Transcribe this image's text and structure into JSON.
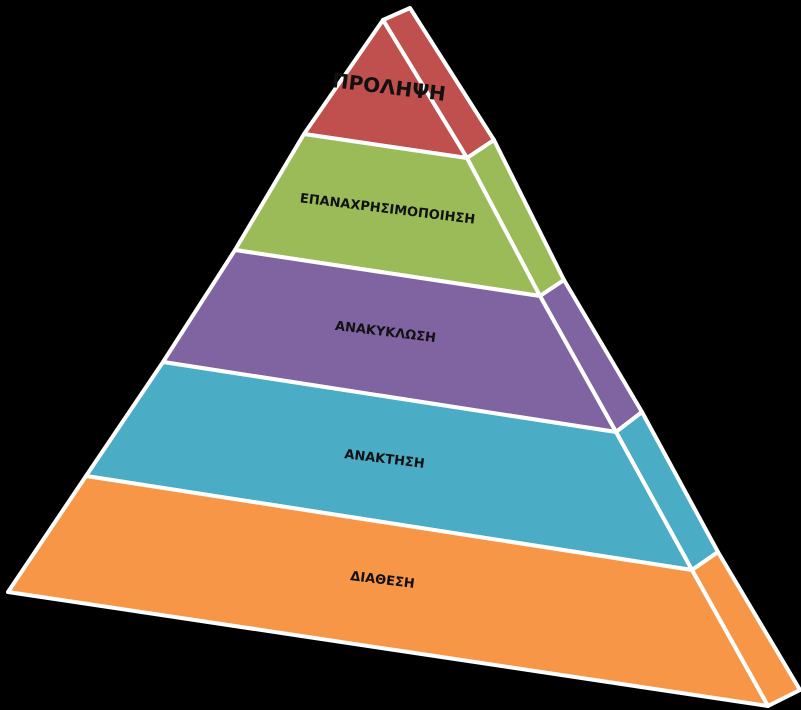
{
  "diagram": {
    "type": "pyramid",
    "levels": [
      {
        "id": "top",
        "label": "ΠΡΟΛΗΨΗ",
        "front_color": "#c0504d",
        "side_color": "#c0504d"
      },
      {
        "id": "level2",
        "label": "ΕΠΑΝΑΧΡΗΣΙΜΟΠΟΙΗΣΗ",
        "front_color": "#9bbb59",
        "side_color": "#9bbb59"
      },
      {
        "id": "level3",
        "label": "ΑΝΑΚΥΚΛΩΣΗ",
        "front_color": "#8064a2",
        "side_color": "#8064a2"
      },
      {
        "id": "level4",
        "label": "ΑΝΑΚΤΗΣΗ",
        "front_color": "#4bacc6",
        "side_color": "#4bacc6"
      },
      {
        "id": "base",
        "label": "ΔΙΑΘΕΣΗ",
        "front_color": "#f79646",
        "side_color": "#f79646"
      }
    ]
  }
}
